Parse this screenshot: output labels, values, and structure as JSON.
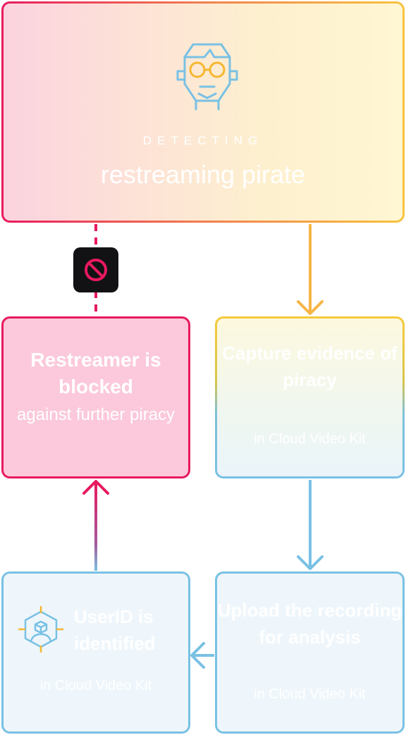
{
  "top": {
    "kicker": "DETECTING",
    "title": "restreaming pirate",
    "icon": "pirate-face-icon"
  },
  "blocked": {
    "title": "Restreamer is blocked",
    "subtitle": "against further piracy"
  },
  "capture": {
    "title": "Capture evidence of piracy",
    "subtitle": "in Cloud Video Kit"
  },
  "upload": {
    "title": "Upload the recording for analysis",
    "subtitle": "in Cloud Video Kit"
  },
  "userid": {
    "title": "UserID is identified",
    "subtitle": "in Cloud Video Kit",
    "icon": "target-user-icon"
  },
  "badge": {
    "icon": "prohibited-icon"
  },
  "colors": {
    "pink": "#e8195e",
    "orange": "#f7b546",
    "yellow": "#f6c93b",
    "blue": "#79c1e4",
    "blocked_bg": "#fbc9db",
    "badge_bg": "#121214"
  }
}
